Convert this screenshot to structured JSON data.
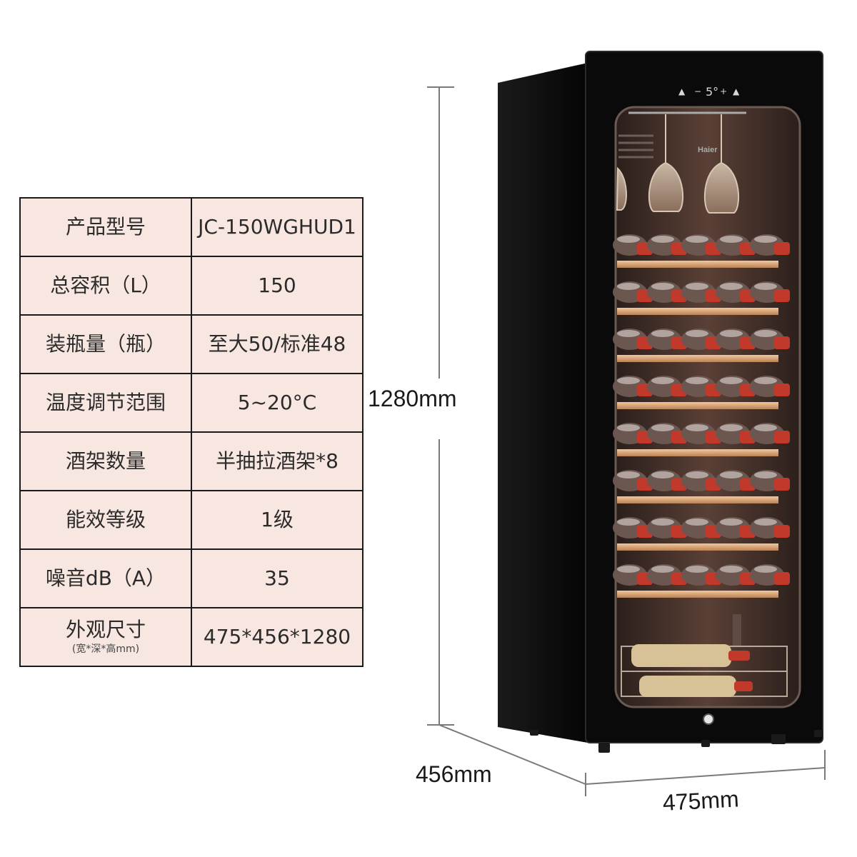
{
  "specs": {
    "rows": [
      {
        "label": "产品型号",
        "value": "JC-150WGHUD1"
      },
      {
        "label": "总容积（L）",
        "value": "150"
      },
      {
        "label": "装瓶量（瓶）",
        "value": "至大50/标准48"
      },
      {
        "label": "温度调节范围",
        "value": "5~20°C"
      },
      {
        "label": "酒架数量",
        "value": "半抽拉酒架*8"
      },
      {
        "label": "能效等级",
        "value": "1级"
      },
      {
        "label": "噪音dB（A）",
        "value": "35"
      },
      {
        "label": "外观尺寸",
        "sub_label": "(宽*深*高mm)",
        "value": "475*456*1280"
      }
    ]
  },
  "dimensions": {
    "height": "1280mm",
    "depth": "456mm",
    "width": "475mm"
  },
  "product": {
    "brand_logo": "Haier",
    "display_reading": "5°"
  },
  "colors": {
    "table_bg": "#f7e7e0",
    "cabinet": "#0d0d0d",
    "interior": "#3a2a24",
    "shelf": "#e8b888",
    "bottle_cap": "#c0392b"
  }
}
